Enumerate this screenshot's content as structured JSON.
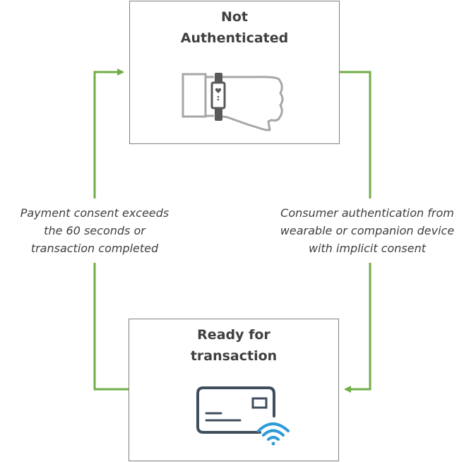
{
  "states": {
    "not_authenticated": {
      "title_lines": [
        "Not",
        "Authenticated"
      ],
      "icon": "wearable-wrist-icon"
    },
    "ready": {
      "title_lines": [
        "Ready for",
        "transaction"
      ],
      "icon": "contactless-card-icon"
    }
  },
  "transitions": {
    "to_not_authenticated": {
      "label_lines": [
        "Payment consent exceeds",
        "the 60 seconds or",
        "transaction completed"
      ]
    },
    "to_ready": {
      "label_lines": [
        "Consumer authentication from",
        "wearable or companion device",
        "with implicit consent"
      ]
    }
  },
  "colors": {
    "arrow": "#70ad47",
    "box_border": "#7f7f7f",
    "text": "#404040",
    "wifi": "#2e9ad8",
    "card": "#404e5c"
  }
}
